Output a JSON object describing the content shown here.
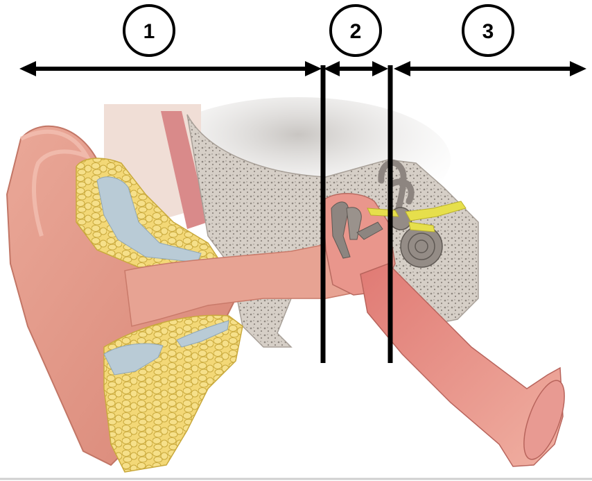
{
  "labels": {
    "region_1": "1",
    "region_2": "2",
    "region_3": "3"
  },
  "colors": {
    "background": "#ffffff",
    "line": "#000000",
    "skin": "#e8a08f",
    "skin_dark": "#c97a6a",
    "canal": "#e9a896",
    "fat": "#f2d774",
    "fat_outline": "#c9a93c",
    "cartilage": "#b9cbd6",
    "bone": "#d9d2ca",
    "bone_dots": "#8e8780",
    "ossicle": "#8d8580",
    "nerve": "#e6df4c",
    "muscle": "#d98a8a",
    "tube": "#e89a92"
  },
  "icons": [
    "ear-anatomy-illustration",
    "double-arrow-icon",
    "divider-line"
  ]
}
